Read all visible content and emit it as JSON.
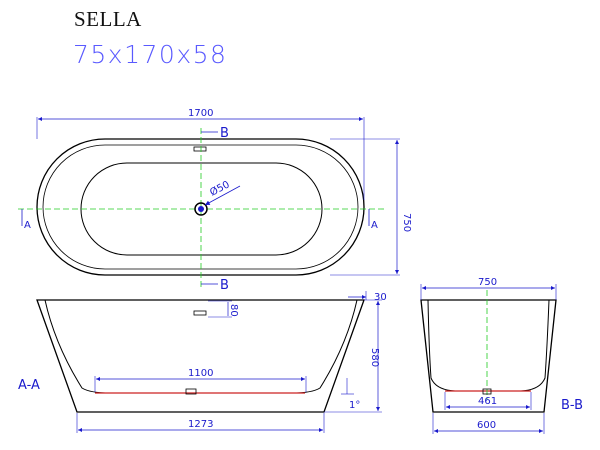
{
  "title": "SELLA",
  "subtitle": "75x170x58",
  "top_view": {
    "length": "1700",
    "width": "750",
    "drain": "Ø50",
    "section_a": "A",
    "section_b": "B",
    "section_b_label": "—B"
  },
  "side_view": {
    "section_label": "A-A",
    "top_thickness": "30",
    "overflow": "80",
    "height": "580",
    "inner_bottom": "1100",
    "outer_bottom": "1273",
    "slope": "1°"
  },
  "end_view": {
    "width_top": "750",
    "inner_bottom": "461",
    "width_bottom": "600",
    "section_label": "B-B"
  },
  "colors": {
    "dim": "#1a1acc",
    "centerline": "#22cc22",
    "outline": "#000000",
    "accent": "#cc2222"
  }
}
